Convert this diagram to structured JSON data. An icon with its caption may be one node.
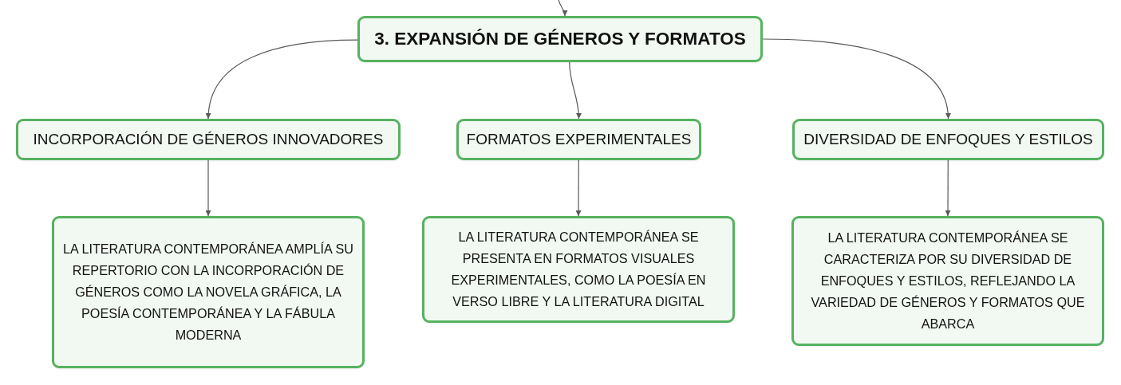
{
  "diagram": {
    "nodes": [
      {
        "text": [
          "3. EXPANSIÓN DE GÉNEROS Y FORMATOS"
        ]
      },
      {
        "text": [
          "INCORPORACIÓN DE GÉNEROS INNOVADORES"
        ]
      },
      {
        "text": [
          "FORMATOS EXPERIMENTALES"
        ]
      },
      {
        "text": [
          "DIVERSIDAD DE ENFOQUES Y ESTILOS"
        ]
      },
      {
        "text": [
          "LA LITERATURA CONTEMPORÁNEA AMPLÍA SU REPERTORIO CON LA INCORPORACIÓN DE GÉNEROS COMO LA NOVELA GRÁFICA, LA POESÍA CONTEMPORÁNEA Y LA FÁBULA MODERNA"
        ]
      },
      {
        "text": [
          "LA LITERATURA CONTEMPORÁNEA SE PRESENTA EN FORMATOS VISUALES EXPERIMENTALES, COMO LA POESÍA EN VERSO LIBRE Y LA LITERATURA DIGITAL"
        ]
      },
      {
        "text": [
          "LA LITERATURA CONTEMPORÁNEA SE CARACTERIZA POR SU DIVERSIDAD DE ENFOQUES Y ESTILOS, REFLEJANDO LA VARIEDAD DE GÉNEROS Y FORMATOS QUE ABARCA"
        ]
      }
    ],
    "edges": [
      {
        "from": null,
        "to": 0,
        "arrow": "to"
      },
      {
        "from": 0,
        "to": 1,
        "arrow": "to"
      },
      {
        "from": 0,
        "to": 2,
        "arrow": "to"
      },
      {
        "from": 0,
        "to": 3,
        "arrow": "to"
      },
      {
        "from": 1,
        "to": 4,
        "arrow": "to"
      },
      {
        "from": 2,
        "to": 5,
        "arrow": "to"
      },
      {
        "from": 3,
        "to": 6,
        "arrow": "to"
      }
    ]
  }
}
